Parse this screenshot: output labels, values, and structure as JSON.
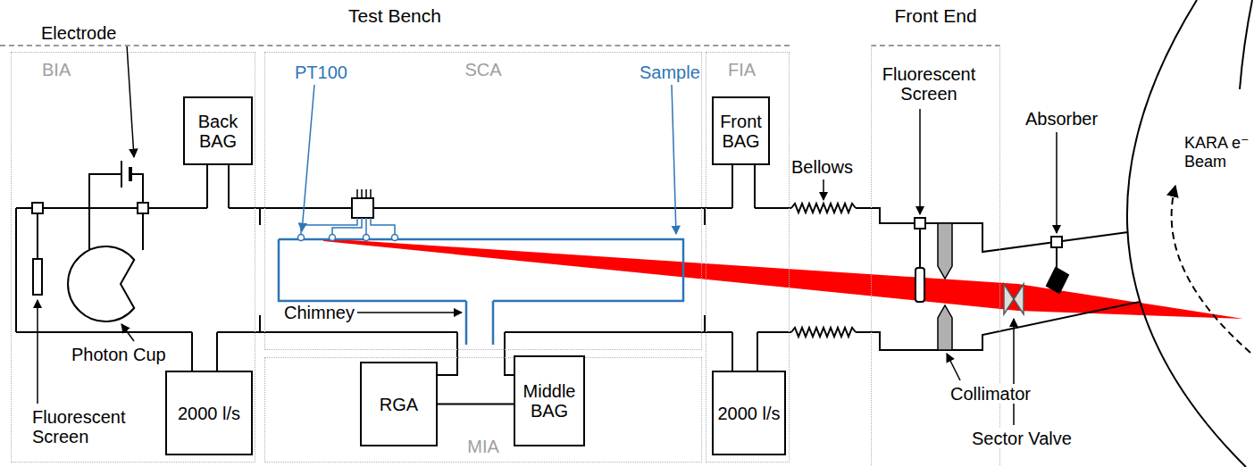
{
  "diagram": {
    "nodes": [
      {
        "text": [
          "Test Bench"
        ]
      },
      {
        "text": [
          "BIA"
        ],
        "in": 0
      },
      {
        "text": [
          "Back BAG"
        ],
        "in": 1
      },
      {
        "text": [
          "2000 l/s"
        ],
        "in": 1
      },
      {
        "text": [
          "SCA"
        ],
        "in": 0
      },
      {
        "text": [
          "MIA"
        ],
        "in": 0
      },
      {
        "text": [
          "RGA"
        ],
        "in": 5
      },
      {
        "text": [
          "Middle BAG"
        ],
        "in": 5
      },
      {
        "text": [
          "FIA"
        ],
        "in": 0
      },
      {
        "text": [
          "Front BAG"
        ],
        "in": 8
      },
      {
        "text": [
          "2000 l/s"
        ],
        "in": 8
      },
      {
        "text": [
          "Front End"
        ]
      }
    ],
    "edges": [
      {
        "from": 6,
        "to": 7,
        "arrow": "none"
      }
    ],
    "labels": [
      "Electrode",
      "Photon Cup",
      "Fluorescent Screen",
      "PT100",
      "Sample",
      "Chimney",
      "Bellows",
      "Fluorescent Screen",
      "Absorber",
      "Collimator",
      "Sector Valve",
      "KARA e⁻ Beam"
    ]
  }
}
